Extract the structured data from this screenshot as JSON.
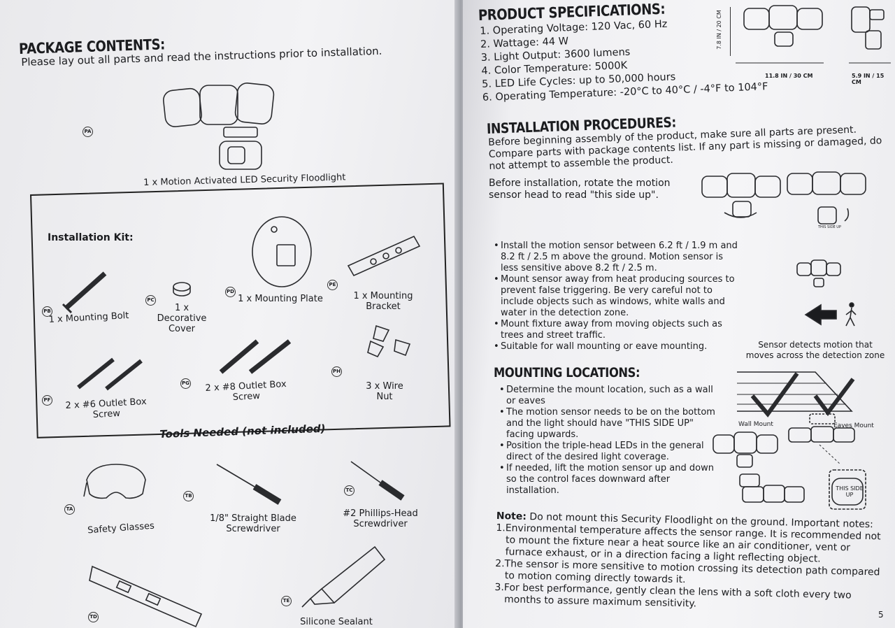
{
  "left": {
    "package": {
      "title": "PACKAGE CONTENTS:",
      "intro": "Please lay out all parts and read the instructions prior to installation.",
      "floodlight_tag": "PA",
      "floodlight_label": "1 x Motion Activated LED Security Floodlight"
    },
    "kit": {
      "title": "Installation Kit:",
      "items": [
        {
          "tag": "PB",
          "label": "1 x Mounting Bolt"
        },
        {
          "tag": "PC",
          "label": "1 x Decorative Cover"
        },
        {
          "tag": "PD",
          "label": "1 x Mounting Plate"
        },
        {
          "tag": "PE",
          "label": "1 x Mounting Bracket"
        },
        {
          "tag": "PF",
          "label": "2 x #6 Outlet Box Screw"
        },
        {
          "tag": "PG",
          "label": "2 x #8 Outlet Box Screw"
        },
        {
          "tag": "PH",
          "label": "3 x  Wire Nut"
        }
      ]
    },
    "tools": {
      "title": "Tools Needed (not included)",
      "items": [
        {
          "tag": "TA",
          "label": "Safety Glasses"
        },
        {
          "tag": "TB",
          "label": "1/8\" Straight Blade Screwdriver"
        },
        {
          "tag": "TC",
          "label": "#2 Phillips-Head Screwdriver"
        },
        {
          "tag": "TD",
          "label": ""
        },
        {
          "tag": "TE",
          "label": "Silicone Sealant"
        }
      ]
    }
  },
  "right": {
    "specs": {
      "title": "PRODUCT SPECIFICATIONS:",
      "items": [
        "1. Operating Voltage: 120 Vac, 60 Hz",
        "2. Wattage: 44 W",
        "3. Light Output: 3600 lumens",
        "4. Color Temperature: 5000K",
        "5. LED Life Cycles: up to 50,000 hours",
        "6. Operating Temperature:  -20°C  to 40°C / -4°F to 104°F"
      ],
      "dim_height": "7.8 IN / 20 CM",
      "dim_width": "11.8 IN / 30 CM",
      "dim_depth": "5.9 IN / 15 CM"
    },
    "install": {
      "title": "INSTALLATION PROCEDURES:",
      "intro": "Before beginning assembly of the product, make sure all parts are present. Compare parts with package contents list. If any part is missing or damaged, do not attempt to assemble the product.",
      "rotate": "Before installation, rotate the motion sensor head to read \"this side up\".",
      "bullets": [
        "Install the motion sensor between 6.2 ft / 1.9 m and 8.2 ft / 2.5 m above the ground. Motion sensor is less sensitive above 8.2 ft / 2.5 m.",
        "Mount sensor away from heat producing sources to prevent false triggering. Be very careful not to include objects such as windows, white walls and water in the detection zone.",
        "Mount fixture away from moving objects such as trees and street traffic.",
        "Suitable for wall mounting or eave mounting."
      ],
      "sensor_caption": "Sensor detects motion that moves across the detection zone",
      "this_side_up": "THIS SIDE UP"
    },
    "mounting": {
      "title": "MOUNTING LOCATIONS:",
      "bullets": [
        "Determine the mount location, such as a wall or eaves",
        "The motion sensor needs to be on the bottom and the light should have \"THIS SIDE UP\" facing upwards.",
        "Position the triple-head LEDs in the general direct of the desired light coverage.",
        "If needed, lift the motion sensor up and down so the control faces downward after installation."
      ],
      "wall_label": "Wall Mount",
      "eaves_label": "Eaves Mount",
      "this_side_up": "THIS SIDE UP"
    },
    "note": {
      "label": "Note:",
      "text": " Do not mount this Security Floodlight on the ground. Important notes:",
      "items": [
        "1.Environmental temperature affects the sensor range. It is recommended not to mount the fixture near a heat source like an air conditioner, vent or furnace exhaust, or in a direction facing a light reflecting object.",
        "2.The sensor is more sensitive to motion crossing its detection path compared to motion coming directly towards it.",
        "3.For best performance, gently clean the lens with a soft cloth every two months to assure maximum sensitivity."
      ]
    },
    "page_number": "5"
  }
}
